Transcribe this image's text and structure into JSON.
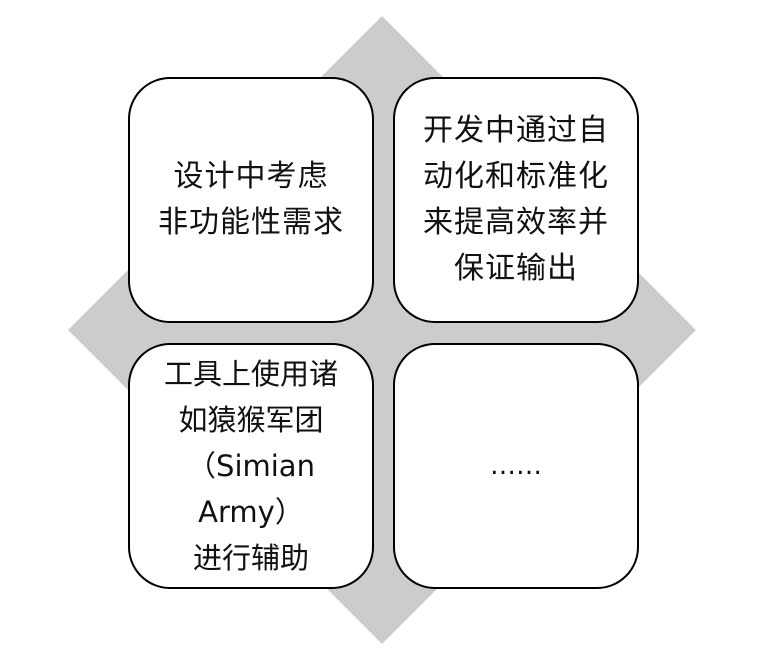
{
  "diagram": {
    "quadrants": [
      {
        "id": "top-left",
        "text": "设计中考虑\n非功能性需求"
      },
      {
        "id": "top-right",
        "text": "开发中通过自\n动化和标准化\n来提高效率并\n保证输出"
      },
      {
        "id": "bottom-left",
        "text": "工具上使用诸\n如猿猴军团\n（Simian Army）\n进行辅助"
      },
      {
        "id": "bottom-right",
        "text": "……"
      }
    ]
  },
  "colors": {
    "diamond": "#cccccc",
    "box_border": "#000000",
    "box_fill": "#ffffff"
  }
}
